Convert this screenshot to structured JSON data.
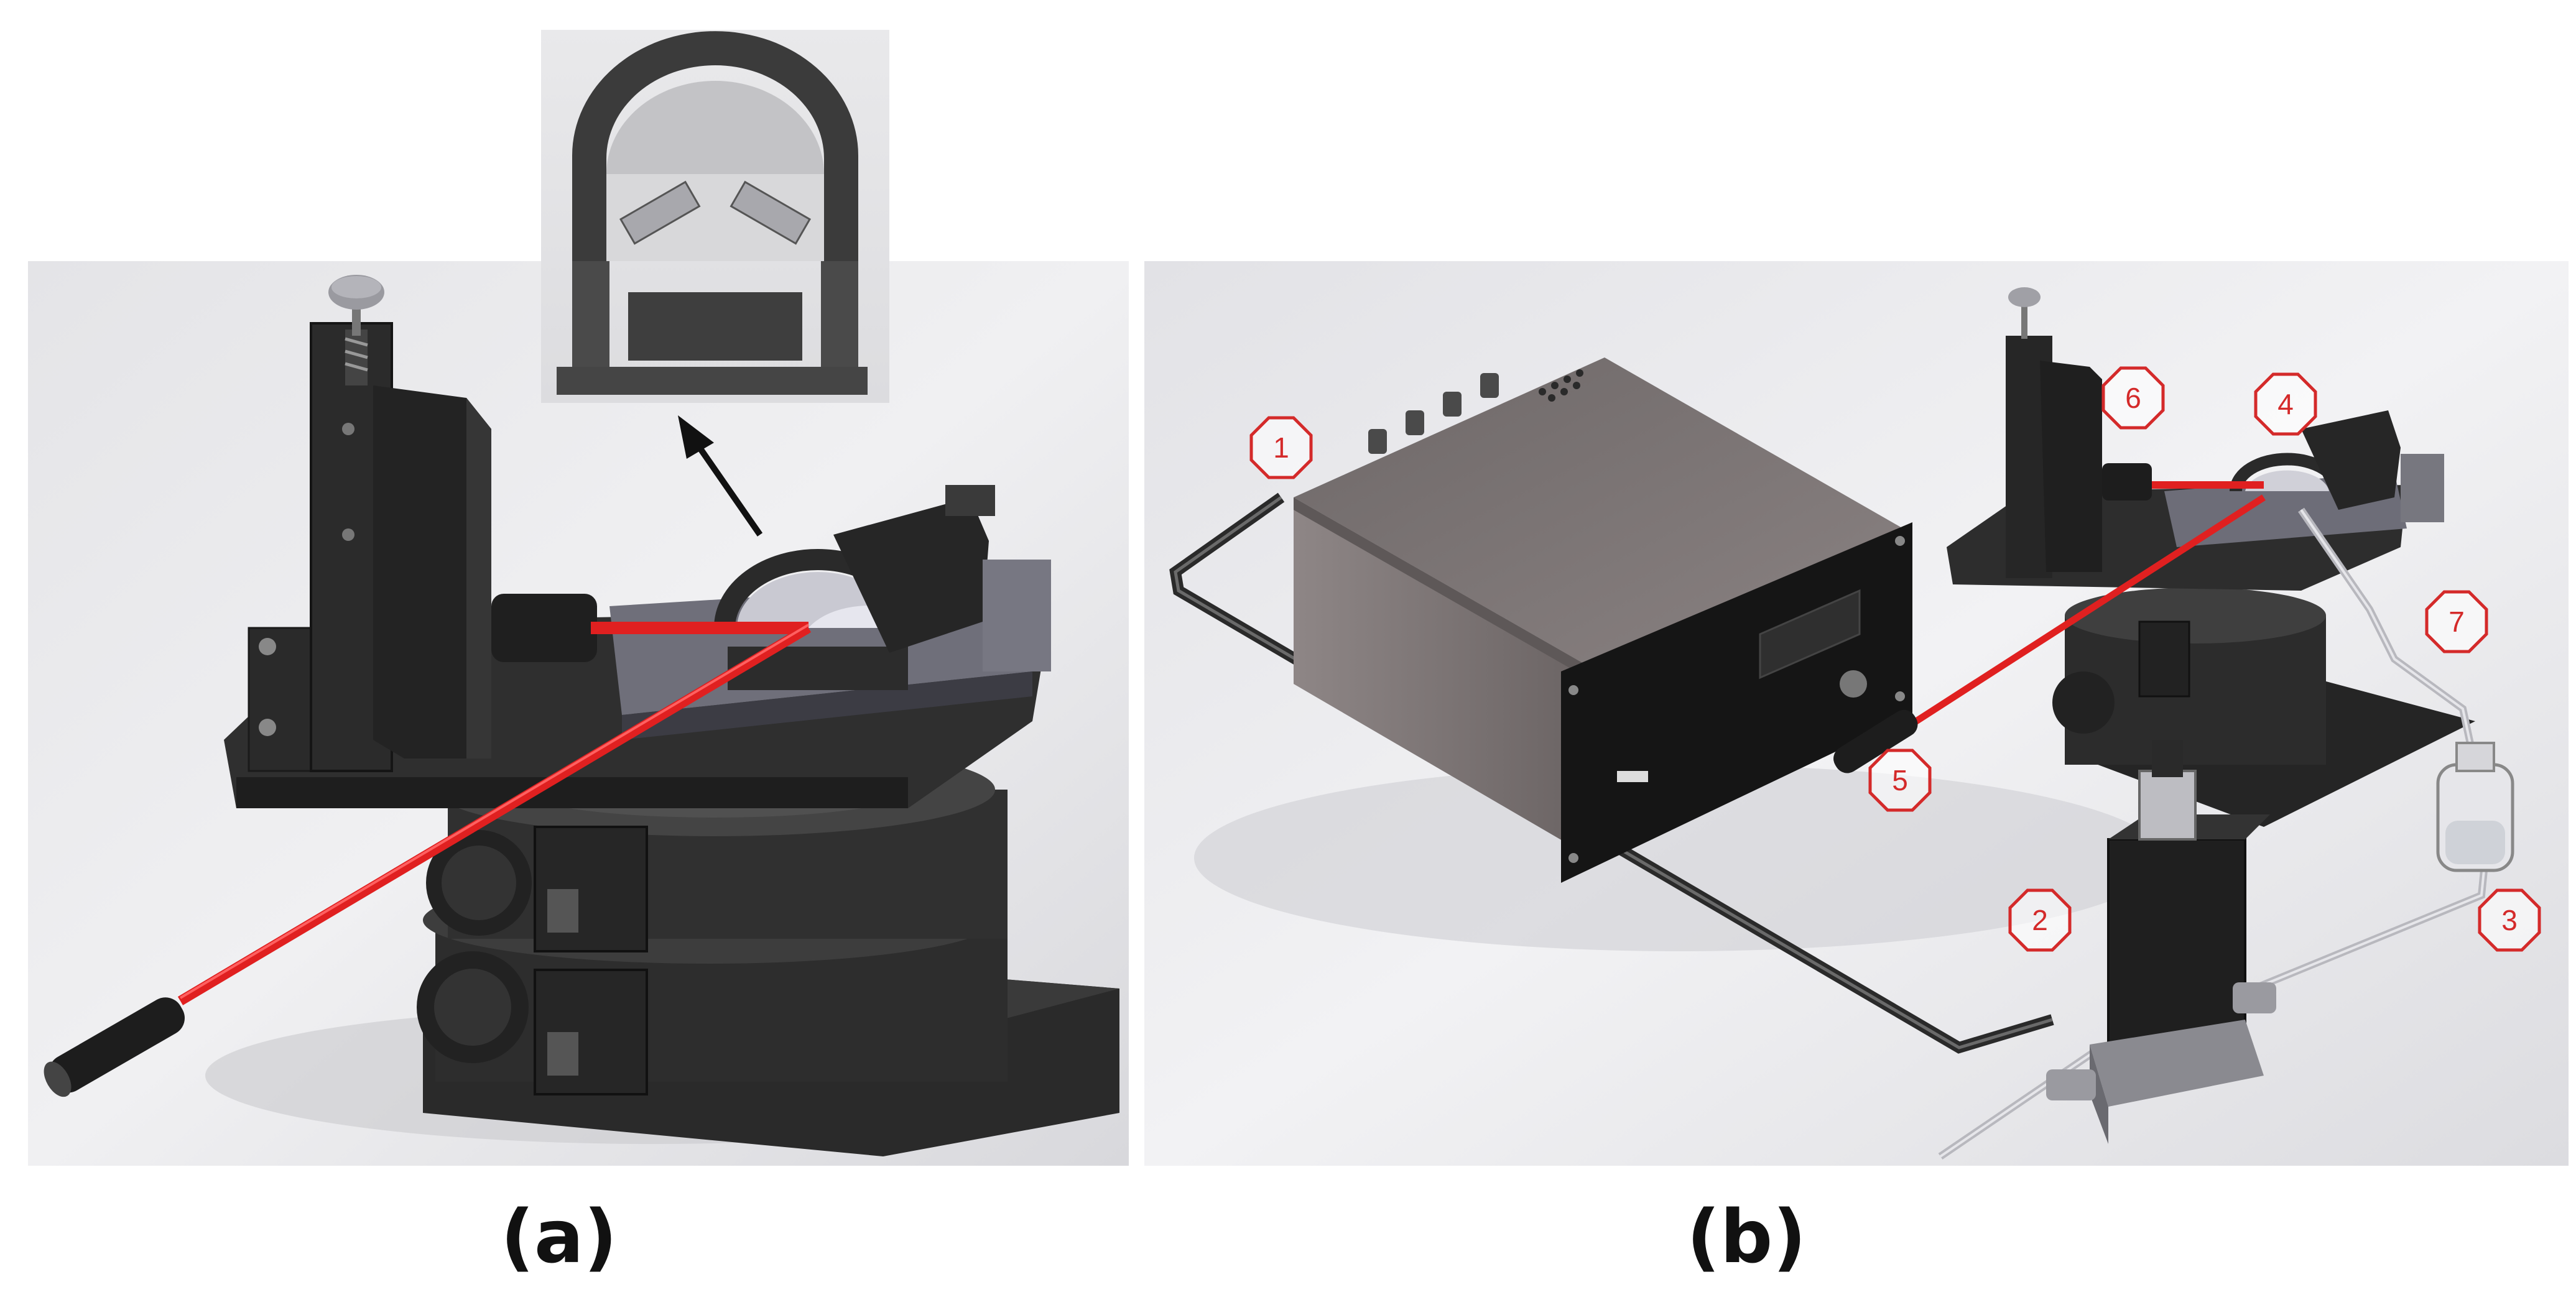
{
  "figure": {
    "panel_a": {
      "caption": "(a)"
    },
    "panel_b": {
      "caption": "(b)",
      "callouts": [
        "1",
        "2",
        "3",
        "4",
        "5",
        "6",
        "7"
      ]
    }
  },
  "colors": {
    "laser_beam": "#e02020",
    "callout": "#d42a2a",
    "device_body": "#7d7575",
    "stage_dark": "#2b2b2b",
    "background_gray": "#e6e6e8"
  }
}
